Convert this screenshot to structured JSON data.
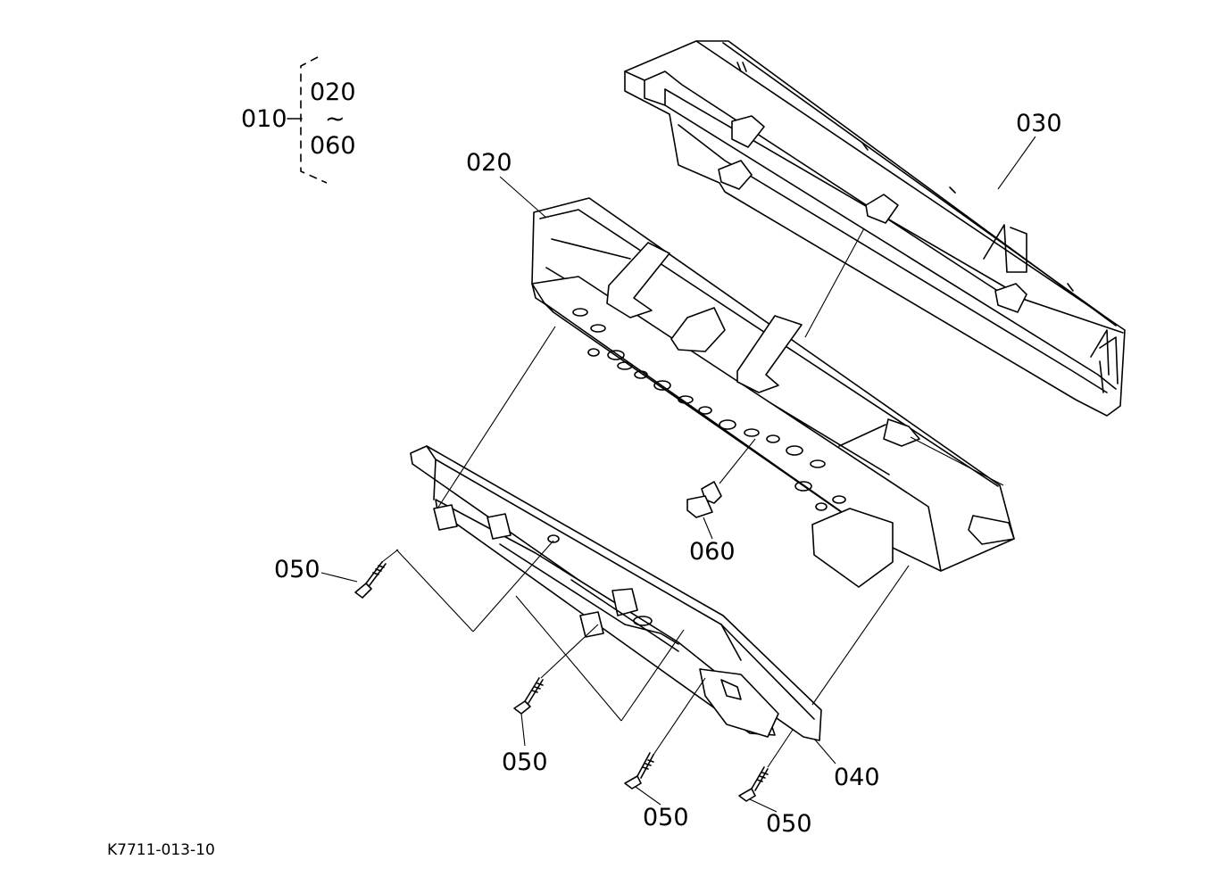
{
  "diagram": {
    "drawing_number": "K7711-013-10",
    "assembly": {
      "parent_label": "010",
      "range_start": "020",
      "range_separator": "~",
      "range_end": "060"
    },
    "labels": {
      "housing_cover": "030",
      "meter_panel": "020",
      "lamp_bulb": "060",
      "rear_case": "040",
      "screw_a": "050",
      "screw_b": "050",
      "screw_c": "050",
      "screw_d": "050"
    }
  }
}
